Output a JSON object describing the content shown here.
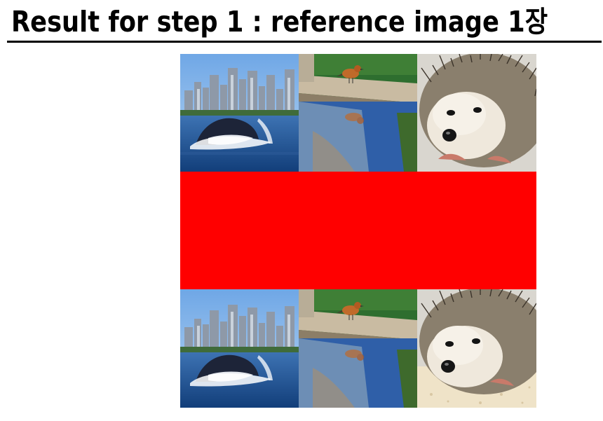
{
  "header": {
    "title": "Result for step 1 : reference image 1장"
  },
  "grid": {
    "rows": [
      {
        "name": "row-generated-top",
        "cells": [
          {
            "kind": "image",
            "subject": "whale-city-image"
          },
          {
            "kind": "image",
            "subject": "bird-ledge-image"
          },
          {
            "kind": "image",
            "subject": "hedgehog-image"
          }
        ]
      },
      {
        "name": "row-blank-red",
        "cells": [
          {
            "kind": "fill",
            "color": "#ff0000"
          },
          {
            "kind": "fill",
            "color": "#ff0000"
          },
          {
            "kind": "fill",
            "color": "#ff0000"
          }
        ]
      },
      {
        "name": "row-generated-bottom",
        "cells": [
          {
            "kind": "image",
            "subject": "whale-city-image"
          },
          {
            "kind": "image",
            "subject": "bird-ledge-image"
          },
          {
            "kind": "image",
            "subject": "hedgehog-sand-image"
          }
        ]
      }
    ]
  },
  "colors": {
    "background": "#ffffff",
    "text": "#000000",
    "fill": "#ff0000"
  }
}
